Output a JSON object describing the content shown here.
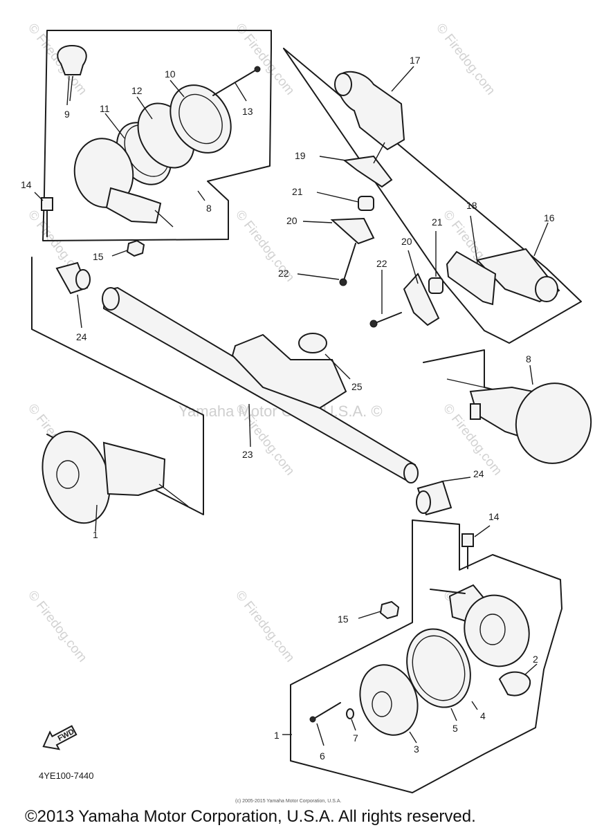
{
  "callouts": {
    "c1a": "1",
    "c1b": "1",
    "c2": "2",
    "c3": "3",
    "c4": "4",
    "c5": "5",
    "c6": "6",
    "c7": "7",
    "c8a": "8",
    "c8b": "8",
    "c9": "9",
    "c10": "10",
    "c11": "11",
    "c13": "13",
    "c12": "12",
    "c14a": "14",
    "c14b": "14",
    "c15a": "15",
    "c15b": "15",
    "c16": "16",
    "c17": "17",
    "c18": "18",
    "c19": "19",
    "c20a": "20",
    "c20b": "20",
    "c21a": "21",
    "c21b": "21",
    "c22a": "22",
    "c22b": "22",
    "c23": "23",
    "c24a": "24",
    "c24b": "24",
    "c25": "25"
  },
  "watermarks": {
    "center": "Yamaha Motor Corp, U.S.A. ©",
    "firedog": "© Firedog.com"
  },
  "fwd_label": "FWD",
  "part_code": "4YE100-7440",
  "fine_print": "(c) 2005-2015 Yamaha Motor Corporation, U.S.A.",
  "copyright": "©2013 Yamaha Motor Corporation, U.S.A. All rights reserved."
}
